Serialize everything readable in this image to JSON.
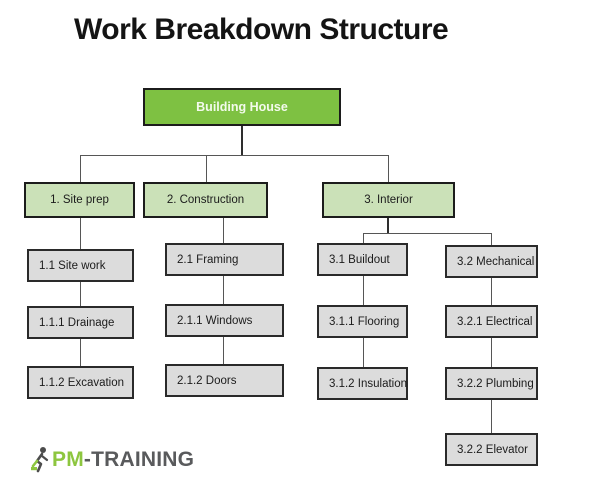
{
  "title": "Work Breakdown Structure",
  "diagram": {
    "root": {
      "label": "Building House"
    },
    "level1": [
      {
        "label": "1. Site prep"
      },
      {
        "label": "2. Construction"
      },
      {
        "label": "3. Interior"
      }
    ],
    "columns": [
      {
        "parent": "1. Site prep",
        "items": [
          {
            "label": "1.1 Site work"
          },
          {
            "label": "1.1.1 Drainage"
          },
          {
            "label": "1.1.2 Excavation"
          }
        ]
      },
      {
        "parent": "2. Construction",
        "items": [
          {
            "label": "2.1 Framing"
          },
          {
            "label": "2.1.1 Windows"
          },
          {
            "label": "2.1.2 Doors"
          }
        ]
      },
      {
        "parent": "3. Interior",
        "items": [
          {
            "label": "3.1 Buildout"
          },
          {
            "label": "3.1.1 Flooring"
          },
          {
            "label": "3.1.2 Insulation"
          }
        ]
      },
      {
        "parent": "3. Interior",
        "items": [
          {
            "label": "3.2 Mechanical"
          },
          {
            "label": "3.2.1 Electrical"
          },
          {
            "label": "3.2.2 Plumbing"
          },
          {
            "label": "3.2.2 Elevator"
          }
        ]
      }
    ]
  },
  "logo": {
    "brand_green": "PM",
    "brand_rest": "-TRAINING"
  },
  "colors": {
    "root_fill": "#7ec142",
    "root_text": "#f3faec",
    "level1_fill": "#cbe1b8",
    "leaf_fill": "#dcdcdc",
    "node_border": "#1c1c1c",
    "connector": "#565656",
    "logo_green": "#8dc63f",
    "logo_gray": "#595a5c",
    "title_color": "#141414"
  }
}
